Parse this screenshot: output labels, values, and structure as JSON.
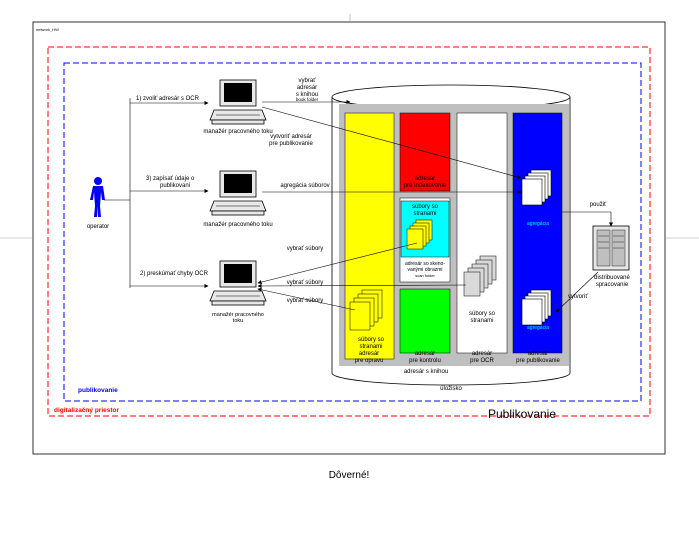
{
  "page": {
    "corner_label": "network_HW",
    "slide_title": "Publikovanie",
    "footer": "Dôverné!"
  },
  "zones": {
    "outer": {
      "label": "digitalizačný priestor",
      "color": "#ff0000"
    },
    "inner": {
      "label": "publikovanie",
      "color": "#0000ff"
    }
  },
  "actor": {
    "label": "operator",
    "color": "#0000ff"
  },
  "workstations": [
    {
      "label": "manažér pracovného toku"
    },
    {
      "label": "manažér pracovného toku"
    },
    {
      "label": "manažér pracovného toku"
    }
  ],
  "actions": {
    "a1": "1) zvoliť adresár s OCR",
    "a3": [
      "3) zapísať údaje o",
      "publikovaní"
    ],
    "a2": "2) preskúmať chyby OCR"
  },
  "messages": {
    "m1": [
      "vybrať",
      "adresár",
      "s knihou"
    ],
    "m1_tail": "book folder",
    "m2": [
      "vytvoriť adresár",
      "pre publikovanie"
    ],
    "m3": "agregácia súborov",
    "m4": "vybrať súbory",
    "m5": "vybrať súbory",
    "m6": "vybrať súbory"
  },
  "storage": {
    "label": "úložisko",
    "book_folder_label": "adresár s knihou",
    "columns": [
      {
        "label": [
          "adresár",
          "pre opravu"
        ],
        "color": "#ffff00"
      },
      {
        "label": [
          "adresár",
          "pre indexovanie"
        ],
        "color": "#ff0000"
      },
      {
        "label": [
          "adresár",
          "pre kontrolu"
        ],
        "color": "#00ff00"
      },
      {
        "label": [
          "adresár",
          "pre OCR"
        ],
        "color": "#ffffff"
      },
      {
        "label": [
          "adresár",
          "pre publikovanie"
        ],
        "color": "#0000ff"
      }
    ],
    "cyan_box": {
      "title": [
        "súbory so",
        "stranami"
      ],
      "caption": [
        "adresár so skeno-",
        "vanými obrazmi",
        "scan folder"
      ],
      "color": "#00ffff"
    },
    "yellow_files": [
      "súbory so",
      "stranami"
    ],
    "ocr_files": [
      "súbory so",
      "stranami"
    ],
    "aggregation_top": "agregácia",
    "aggregation_bottom": "agregácia"
  },
  "server": {
    "label": [
      "distribuované",
      "spracovanie"
    ],
    "use_label": "použiť",
    "create_label": "vytvoriť"
  }
}
